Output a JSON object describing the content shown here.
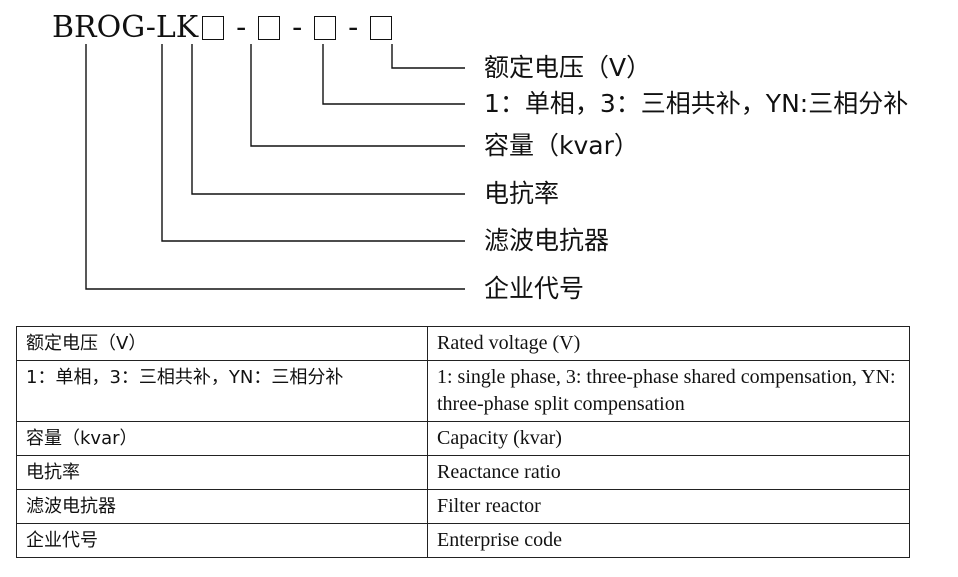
{
  "model": {
    "prefix": "BROG-LK",
    "separator": "-"
  },
  "callouts": [
    {
      "label": "额定电压（V）"
    },
    {
      "label": "1：单相，3：三相共补，YN:三相分补"
    },
    {
      "label": "容量（kvar）"
    },
    {
      "label": "电抗率"
    },
    {
      "label": "滤波电抗器"
    },
    {
      "label": "企业代号"
    }
  ],
  "table": {
    "rows": [
      {
        "zh": "额定电压（V）",
        "en": "Rated voltage (V)"
      },
      {
        "zh": "1：单相，3：三相共补，YN：三相分补",
        "en": "1: single phase, 3: three-phase shared compensation, YN: three-phase split compensation"
      },
      {
        "zh": "容量（kvar）",
        "en": "Capacity (kvar)"
      },
      {
        "zh": "电抗率",
        "en": "Reactance ratio"
      },
      {
        "zh": "滤波电抗器",
        "en": "Filter reactor"
      },
      {
        "zh": "企业代号",
        "en": "Enterprise code"
      }
    ]
  }
}
